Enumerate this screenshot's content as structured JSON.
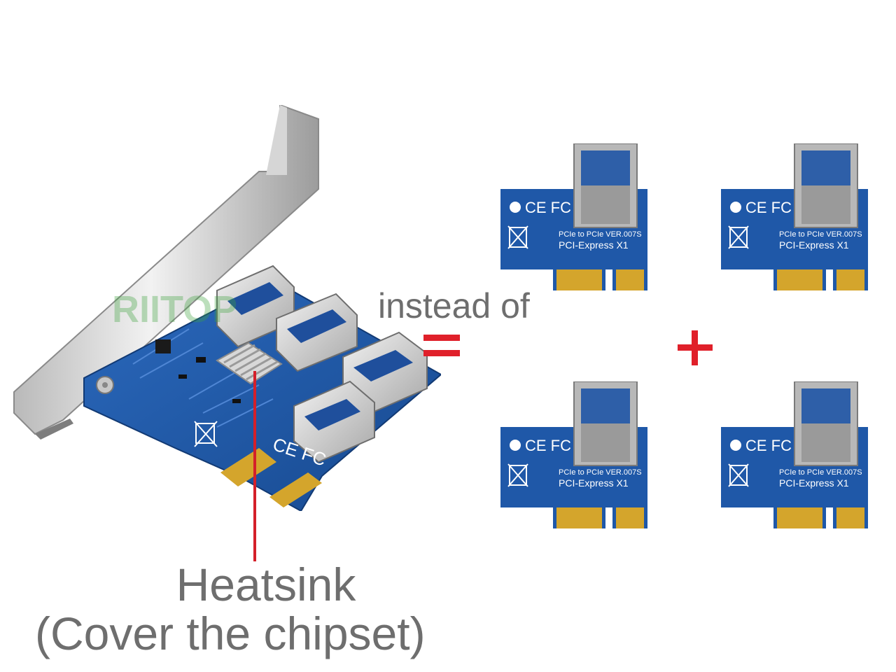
{
  "labels": {
    "instead_of": "instead of",
    "heatsink": "Heatsink",
    "heatsink_note": "(Cover the chipset)"
  },
  "riser": {
    "cert_marks": "CE FC",
    "line1": "PCIe to PCIe VER.007S",
    "line2": "PCI-Express X1"
  },
  "main_card": {
    "cert_marks": "CE FC",
    "watermark": "RIITOP"
  },
  "colors": {
    "pcb_blue": "#1f58a8",
    "gold_contacts": "#d4a52c",
    "accent_red": "#e0202a",
    "text_gray": "#6e6e6e"
  }
}
